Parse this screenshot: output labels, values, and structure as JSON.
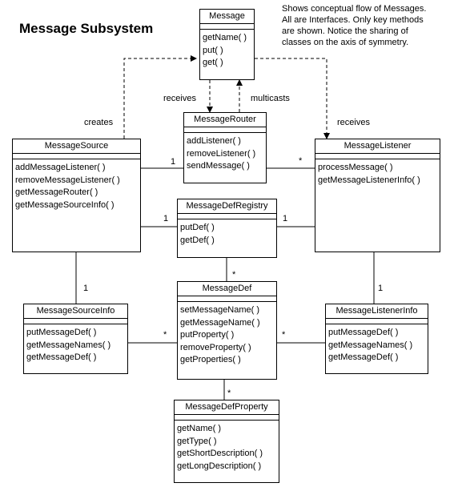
{
  "title": "Message Subsystem",
  "note": [
    "Shows conceptual flow of Messages.",
    "All are Interfaces. Only key methods",
    "are shown. Notice the sharing of",
    "classes on the axis of symmetry."
  ],
  "classes": {
    "message": {
      "name": "Message",
      "methods": [
        "getName( )",
        "put( )",
        "get( )"
      ]
    },
    "router": {
      "name": "MessageRouter",
      "methods": [
        "addListener( )",
        "removeListener( )",
        "sendMessage( )"
      ]
    },
    "source": {
      "name": "MessageSource",
      "methods": [
        "addMessageListener( )",
        "removeMessageListener( )",
        "getMessageRouter( )",
        "getMessageSourceInfo( )"
      ]
    },
    "listener": {
      "name": "MessageListener",
      "methods": [
        "processMessage( )",
        "getMessageListenerInfo( )"
      ]
    },
    "registry": {
      "name": "MessageDefRegistry",
      "methods": [
        "putDef( )",
        "getDef( )"
      ]
    },
    "def": {
      "name": "MessageDef",
      "methods": [
        "setMessageName( )",
        "getMessageName( )",
        "putProperty( )",
        "removeProperty( )",
        "getProperties( )"
      ]
    },
    "source_info": {
      "name": "MessageSourceInfo",
      "methods": [
        "putMessageDef( )",
        "getMessageNames( )",
        "getMessageDef( )"
      ]
    },
    "listener_info": {
      "name": "MessageListenerInfo",
      "methods": [
        "putMessageDef( )",
        "getMessageNames( )",
        "getMessageDef( )"
      ]
    },
    "property": {
      "name": "MessageDefProperty",
      "methods": [
        "getName( )",
        "getType( )",
        "getShortDescription( )",
        "getLongDescription( )"
      ]
    }
  },
  "labels": {
    "creates": "creates",
    "receives_router": "receives",
    "multicasts": "multicasts",
    "receives_listener": "receives"
  },
  "multiplicities": {
    "source_router": "1",
    "listener_router": "*",
    "source_registry": "1",
    "listener_registry": "1",
    "registry_def": "*",
    "source_sourceinfo": "1",
    "listener_listenerinfo": "1",
    "sourceinfo_def": "*",
    "listenerinfo_def": "*",
    "def_property": "*"
  }
}
